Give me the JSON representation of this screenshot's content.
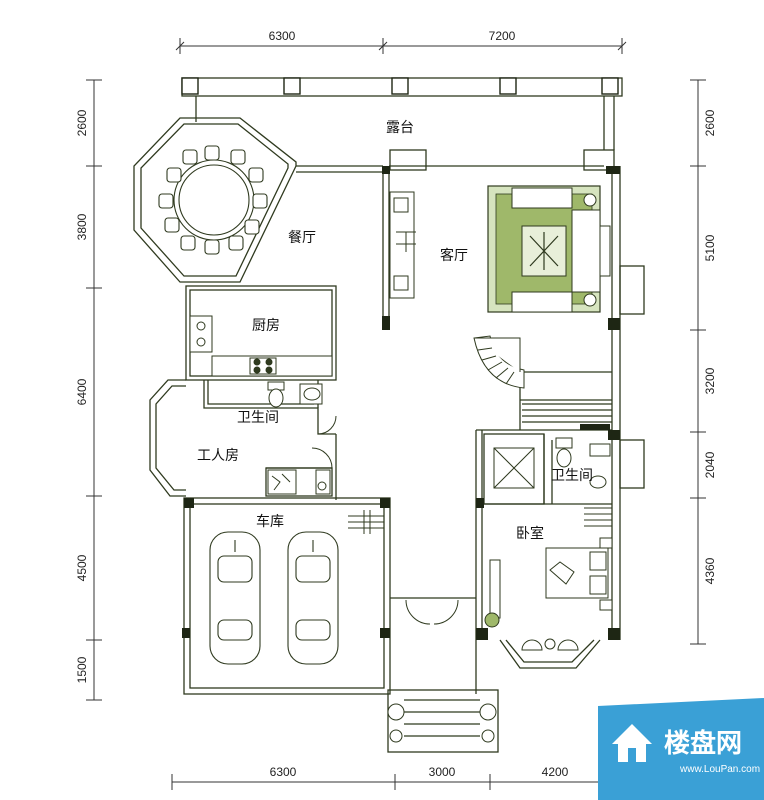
{
  "dimensions": {
    "top": [
      "6300",
      "7200"
    ],
    "bottom": [
      "6300",
      "3000",
      "4200"
    ],
    "left": [
      "2600",
      "3800",
      "6400",
      "4500",
      "1500"
    ],
    "right": [
      "2600",
      "5100",
      "3200",
      "2040",
      "4360"
    ]
  },
  "rooms": {
    "terrace": "露台",
    "dining": "餐厅",
    "living": "客厅",
    "kitchen": "厨房",
    "bathroom1": "卫生间",
    "servant": "工人房",
    "bathroom2": "卫生间",
    "garage": "车库",
    "bedroom": "卧室"
  },
  "watermark": {
    "brand": "楼盘网",
    "url": "www.LouPan.com"
  },
  "colors": {
    "line": "#2f3a1f",
    "wall": "#1e2614",
    "rug": "#9fb86a",
    "brand": "#3aa0d6"
  }
}
